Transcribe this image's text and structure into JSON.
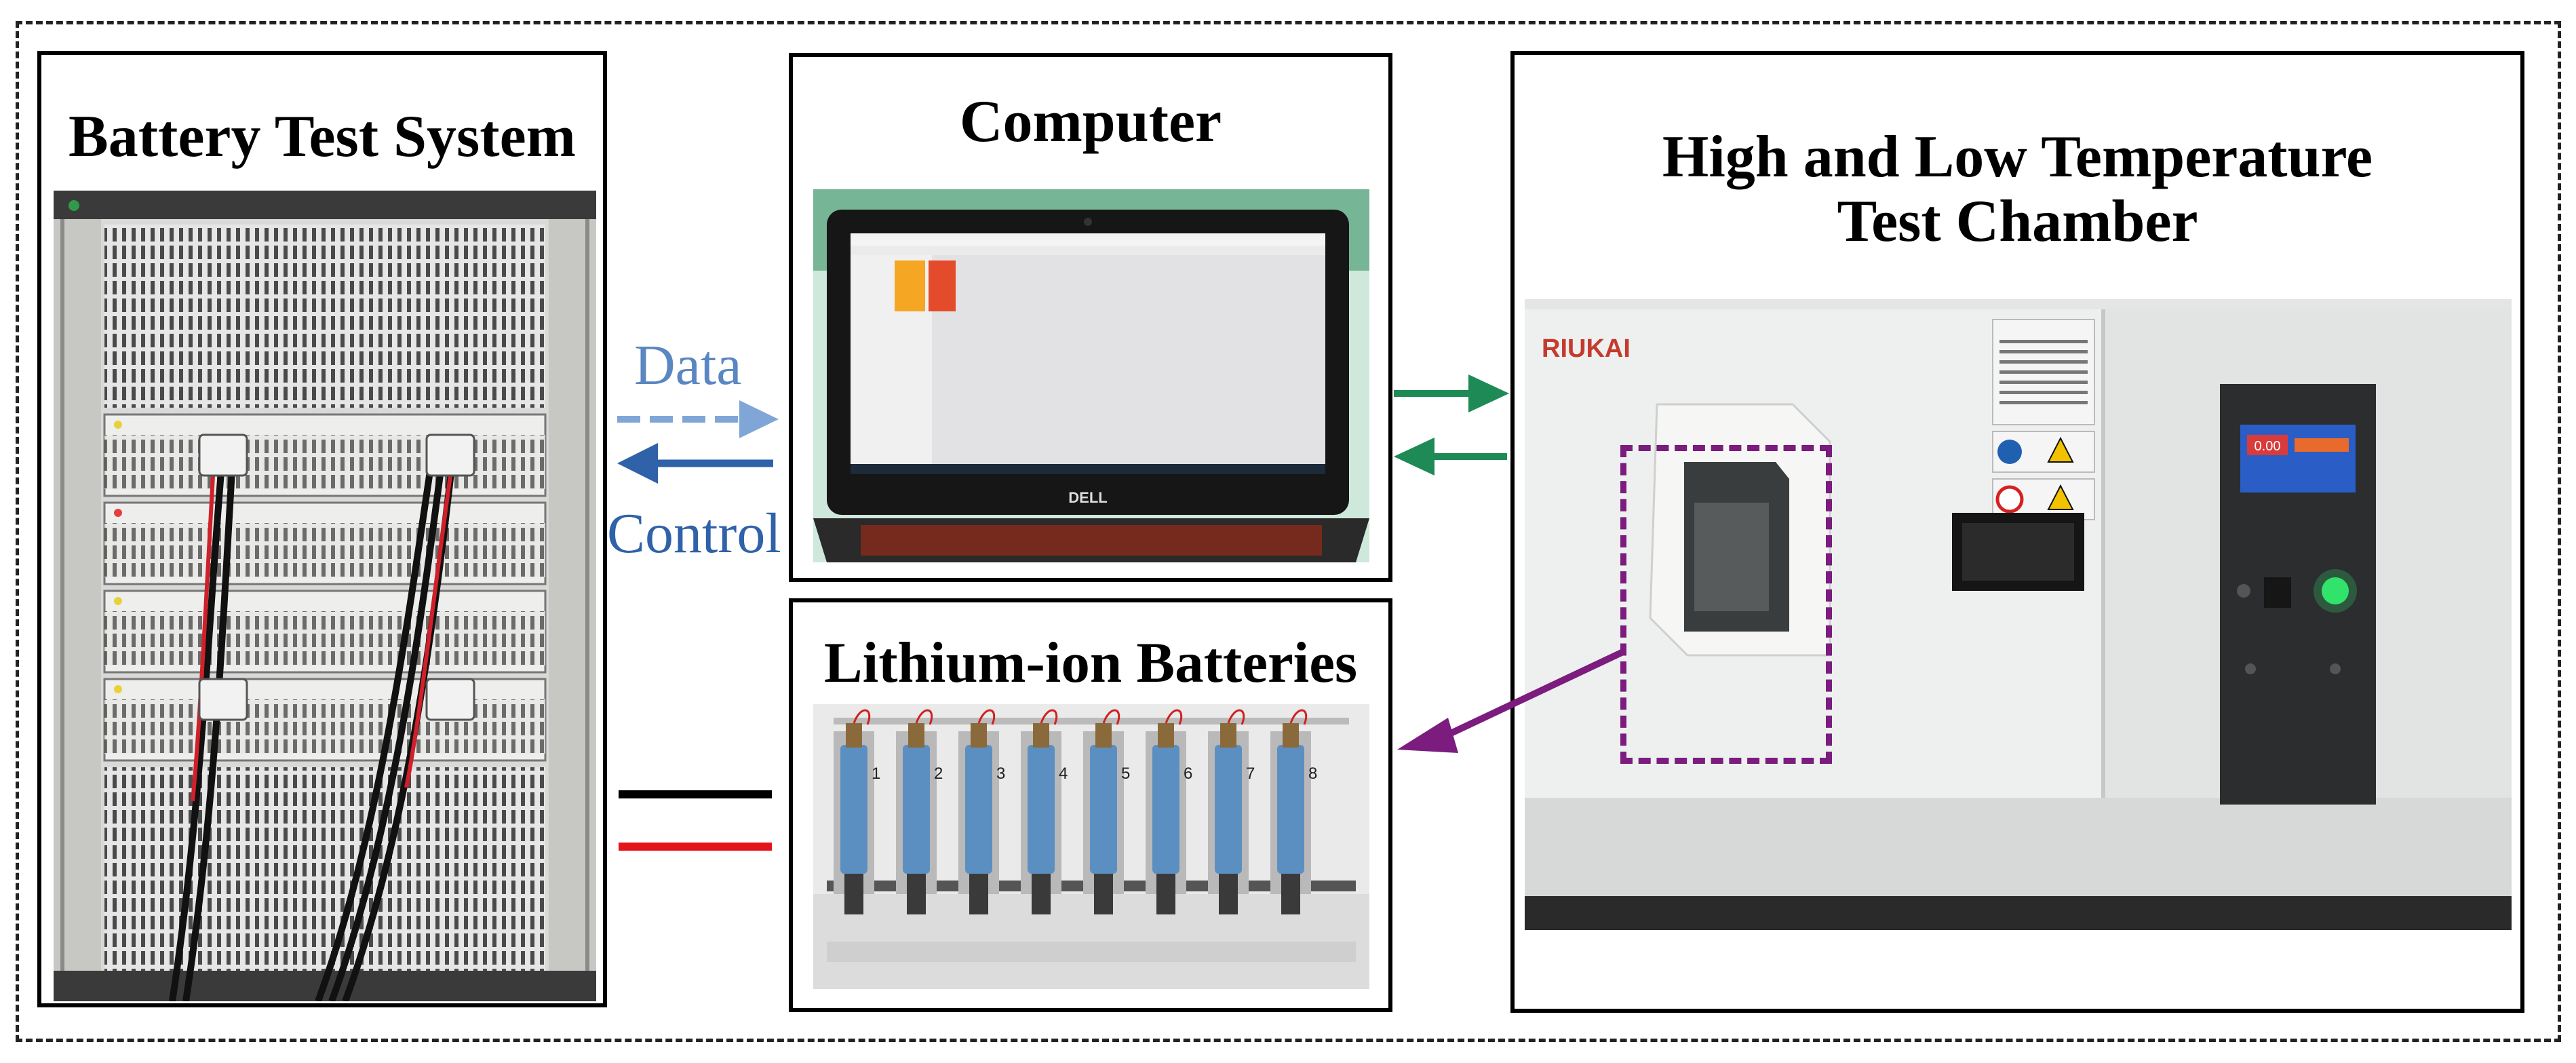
{
  "panels": {
    "battery_test_system": {
      "title": "Battery Test System"
    },
    "computer": {
      "title": "Computer",
      "laptop_brand": "DELL"
    },
    "batteries": {
      "title": "Lithium-ion Batteries",
      "cell_numbers": [
        "1",
        "2",
        "3",
        "4",
        "5",
        "6",
        "7",
        "8"
      ]
    },
    "chamber": {
      "title_line1": "High and Low Temperature",
      "title_line2": "Test Chamber",
      "brand": "RIUKAI",
      "display_value": "0.00"
    }
  },
  "arrows": {
    "data_label": "Data",
    "control_label": "Control"
  },
  "colors": {
    "data_arrow": "#7fa6d6",
    "control_arrow": "#2f62a8",
    "computer_chamber_arrows": "#1e8a55",
    "highlight_box": "#7b1c7e",
    "cable_black": "#000000",
    "cable_red": "#e4141b"
  }
}
